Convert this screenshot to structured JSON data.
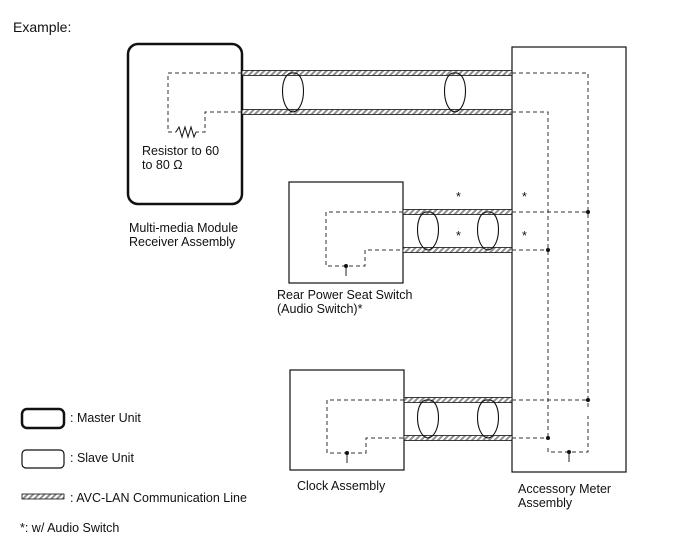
{
  "title": "Example:",
  "components": {
    "master": {
      "line1": "Multi-media Module",
      "line2": "Receiver Assembly"
    },
    "resistor": {
      "line1": "Resistor to 60",
      "line2": "to 80 Ω"
    },
    "rear_seat_switch": {
      "line1": "Rear Power Seat Switch",
      "line2": "(Audio Switch)*"
    },
    "clock": {
      "line1": "Clock Assembly"
    },
    "meter": {
      "line1": "Accessory Meter",
      "line2": "Assembly"
    }
  },
  "legend": {
    "master_unit": ": Master Unit",
    "slave_unit": ": Slave Unit",
    "comm_line": ": AVC-LAN Communication Line",
    "footnote": "*: w/ Audio Switch"
  },
  "asterisk": "*",
  "colors": {
    "line": "#222222",
    "wire_stripe": "#9a9a9a",
    "background": "#ffffff"
  }
}
